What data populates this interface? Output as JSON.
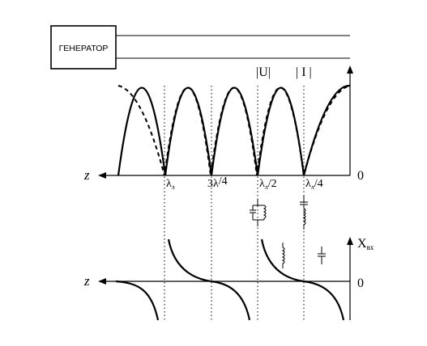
{
  "generator": {
    "label": "ГЕНЕРАТОР"
  },
  "upper_plot": {
    "axis_label_z": "z",
    "origin_label": "0",
    "curve_label_u": "|U|",
    "curve_label_i": "| I |",
    "ticks": [
      {
        "main": "λ",
        "sub": "л",
        "suffix": ""
      },
      {
        "main": "3λ",
        "sub": "",
        "suffix": "/4"
      },
      {
        "main": "λ",
        "sub": "л",
        "suffix": "/2"
      },
      {
        "main": "λ",
        "sub": "л",
        "suffix": "/4"
      }
    ]
  },
  "lower_plot": {
    "axis_label_z": "z",
    "origin_label": "0",
    "axis_label_x": "X",
    "axis_label_x_sub": "вх"
  },
  "icons": [
    "parallel-lc-circuit-icon",
    "series-lc-circuit-icon",
    "inductor-icon",
    "capacitor-icon"
  ],
  "colors": {
    "stroke": "#000000",
    "background": "#ffffff"
  }
}
